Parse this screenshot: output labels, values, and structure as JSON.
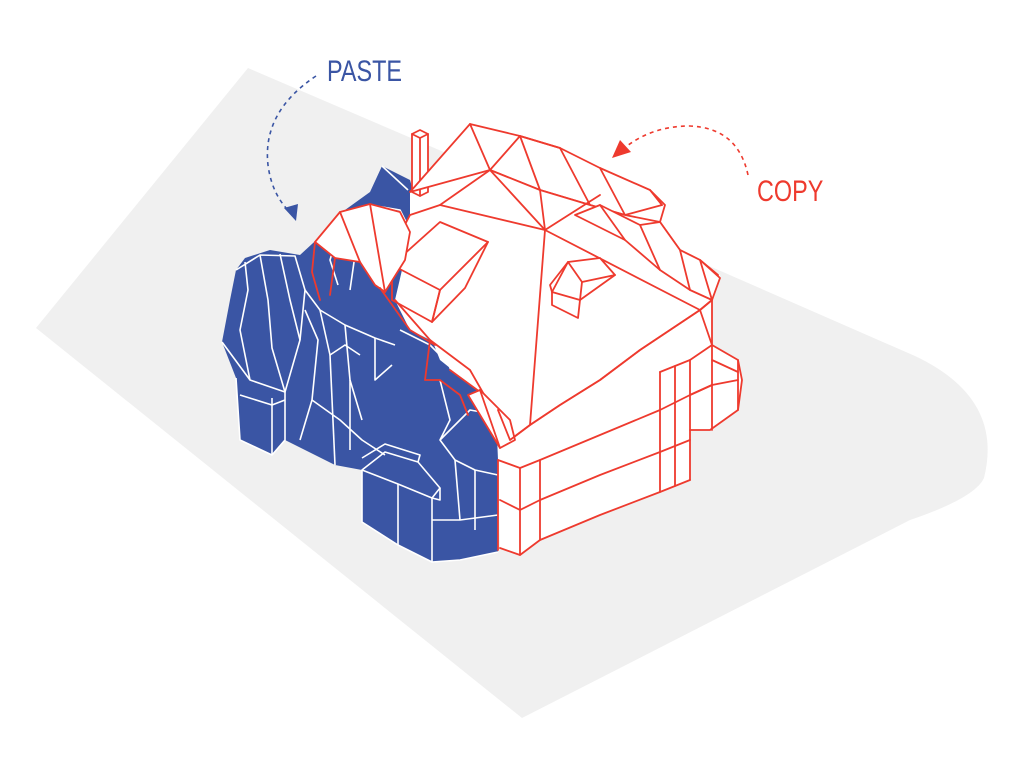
{
  "labels": {
    "paste": "PASTE",
    "copy": "COPY"
  },
  "colors": {
    "background": "#ffffff",
    "ground": "#f0f0f0",
    "paste": "#3a55a4",
    "copy": "#ee3a2e",
    "copy_fill": "#ffffff",
    "paste_lines": "#ffffff"
  },
  "icons": {
    "paste_arrow": "dashed-curved-arrow-down",
    "copy_arrow": "dashed-curved-arrow-left",
    "house": "isometric-house-wireframe"
  }
}
